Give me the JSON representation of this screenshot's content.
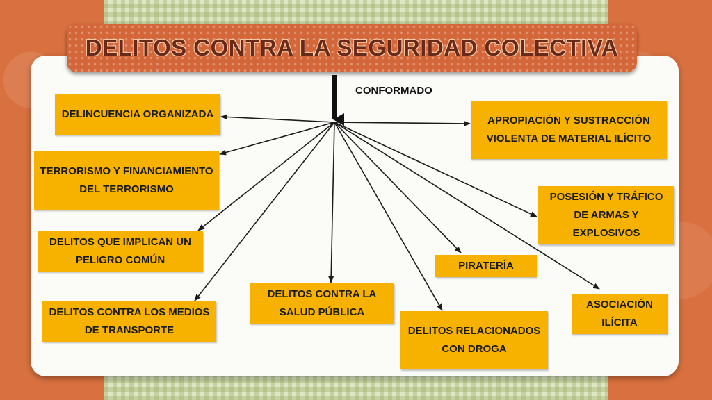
{
  "title": "DELITOS CONTRA LA SEGURIDAD COLECTIVA",
  "connector_label": "CONFORMADO",
  "colors": {
    "box": "#f7b200",
    "banner": "#d4673a",
    "card": "#fbfbf8",
    "line": "#1b1b1b"
  },
  "nodes": [
    {
      "id": "delincuencia",
      "label": "DELINCUENCIA ORGANIZADA"
    },
    {
      "id": "terrorismo",
      "label": "TERRORISMO Y FINANCIAMIENTO DEL TERRORISMO"
    },
    {
      "id": "peligro",
      "label": "DELITOS QUE IMPLICAN UN PELIGRO COMÚN"
    },
    {
      "id": "transporte",
      "label": "DELITOS CONTRA LOS MEDIOS DE TRANSPORTE"
    },
    {
      "id": "salud",
      "label": "DELITOS CONTRA LA SALUD PÚBLICA"
    },
    {
      "id": "droga",
      "label": "DELITOS RELACIONADOS CON DROGA"
    },
    {
      "id": "pirateria",
      "label": "PIRATERÍA"
    },
    {
      "id": "asociacion",
      "label": "ASOCIACIÓN ILÍCITA"
    },
    {
      "id": "armas",
      "label": "POSESIÓN Y TRÁFICO DE ARMAS Y EXPLOSIVOS"
    },
    {
      "id": "apropiacion",
      "label": "APROPIACIÓN Y SUSTRACCIÓN VIOLENTA DE MATERIAL ILÍCITO"
    }
  ]
}
